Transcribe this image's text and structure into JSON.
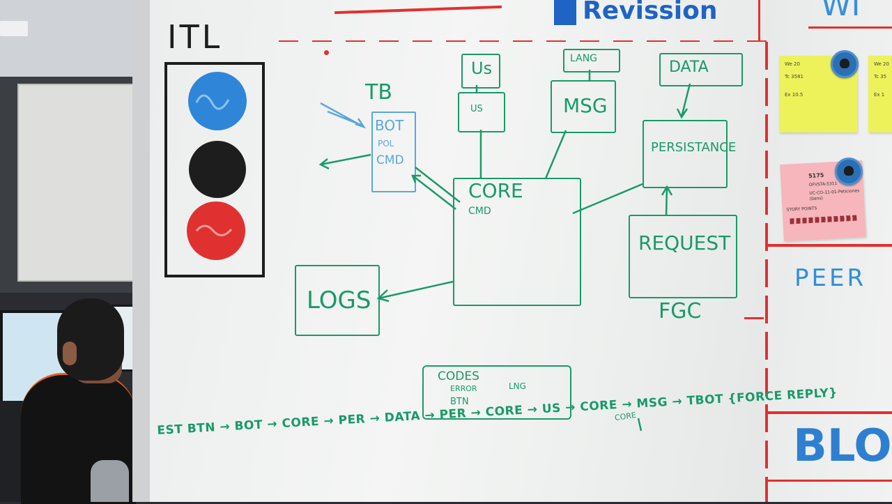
{
  "whiteboard": {
    "header": "Revission",
    "header_partial_left": "",
    "header_partial_right": "WI",
    "traffic_light_title": "ITL",
    "traffic_light_colors": {
      "top": "#2f86d8",
      "middle": "#1d1d1d",
      "bottom": "#e03131"
    },
    "diagram": {
      "tb_label": "TB",
      "tb_box": {
        "lines": [
          "BOT",
          "POL",
          "CMD"
        ]
      },
      "us_label": "Us",
      "us_inner": "US",
      "lang_label": "LANG",
      "msg_label": "MSG",
      "data_label": "DATA",
      "persistance_label": "PERSISTANCE",
      "core_label": "CORE",
      "core_sub": "CMD",
      "request_label": "REQUEST",
      "fgc_label": "FGC",
      "logs_label": "LOGS",
      "codes_lines": [
        "CODES",
        "ERROR",
        "BTN"
      ],
      "codes_lng": "LNG"
    },
    "flow_text": "EST BTN → BOT → CORE → PER → DATA → PER → CORE → US → CORE → MSG → TBOT {FORCE REPLY}",
    "flow_core_annotation": "CORE"
  },
  "right_board": {
    "peer_label": "PEER",
    "bloc_label": "BLOC",
    "sticky_yellow_1": [
      "We 20",
      "Tc 3581",
      "Ex 10.5"
    ],
    "sticky_yellow_2": [
      "We 20",
      "Tc 35",
      "Ex 1"
    ],
    "sticky_pink": {
      "id": "5175",
      "fields": [
        "OFVSTA-5311",
        "UC-CO-11-01-Peticiones",
        "(bans)"
      ],
      "story_points": "STORY POINTS"
    }
  },
  "colors": {
    "marker_green": "#189a68",
    "marker_red": "#e2302f",
    "marker_blue": "#2f8fd6"
  }
}
